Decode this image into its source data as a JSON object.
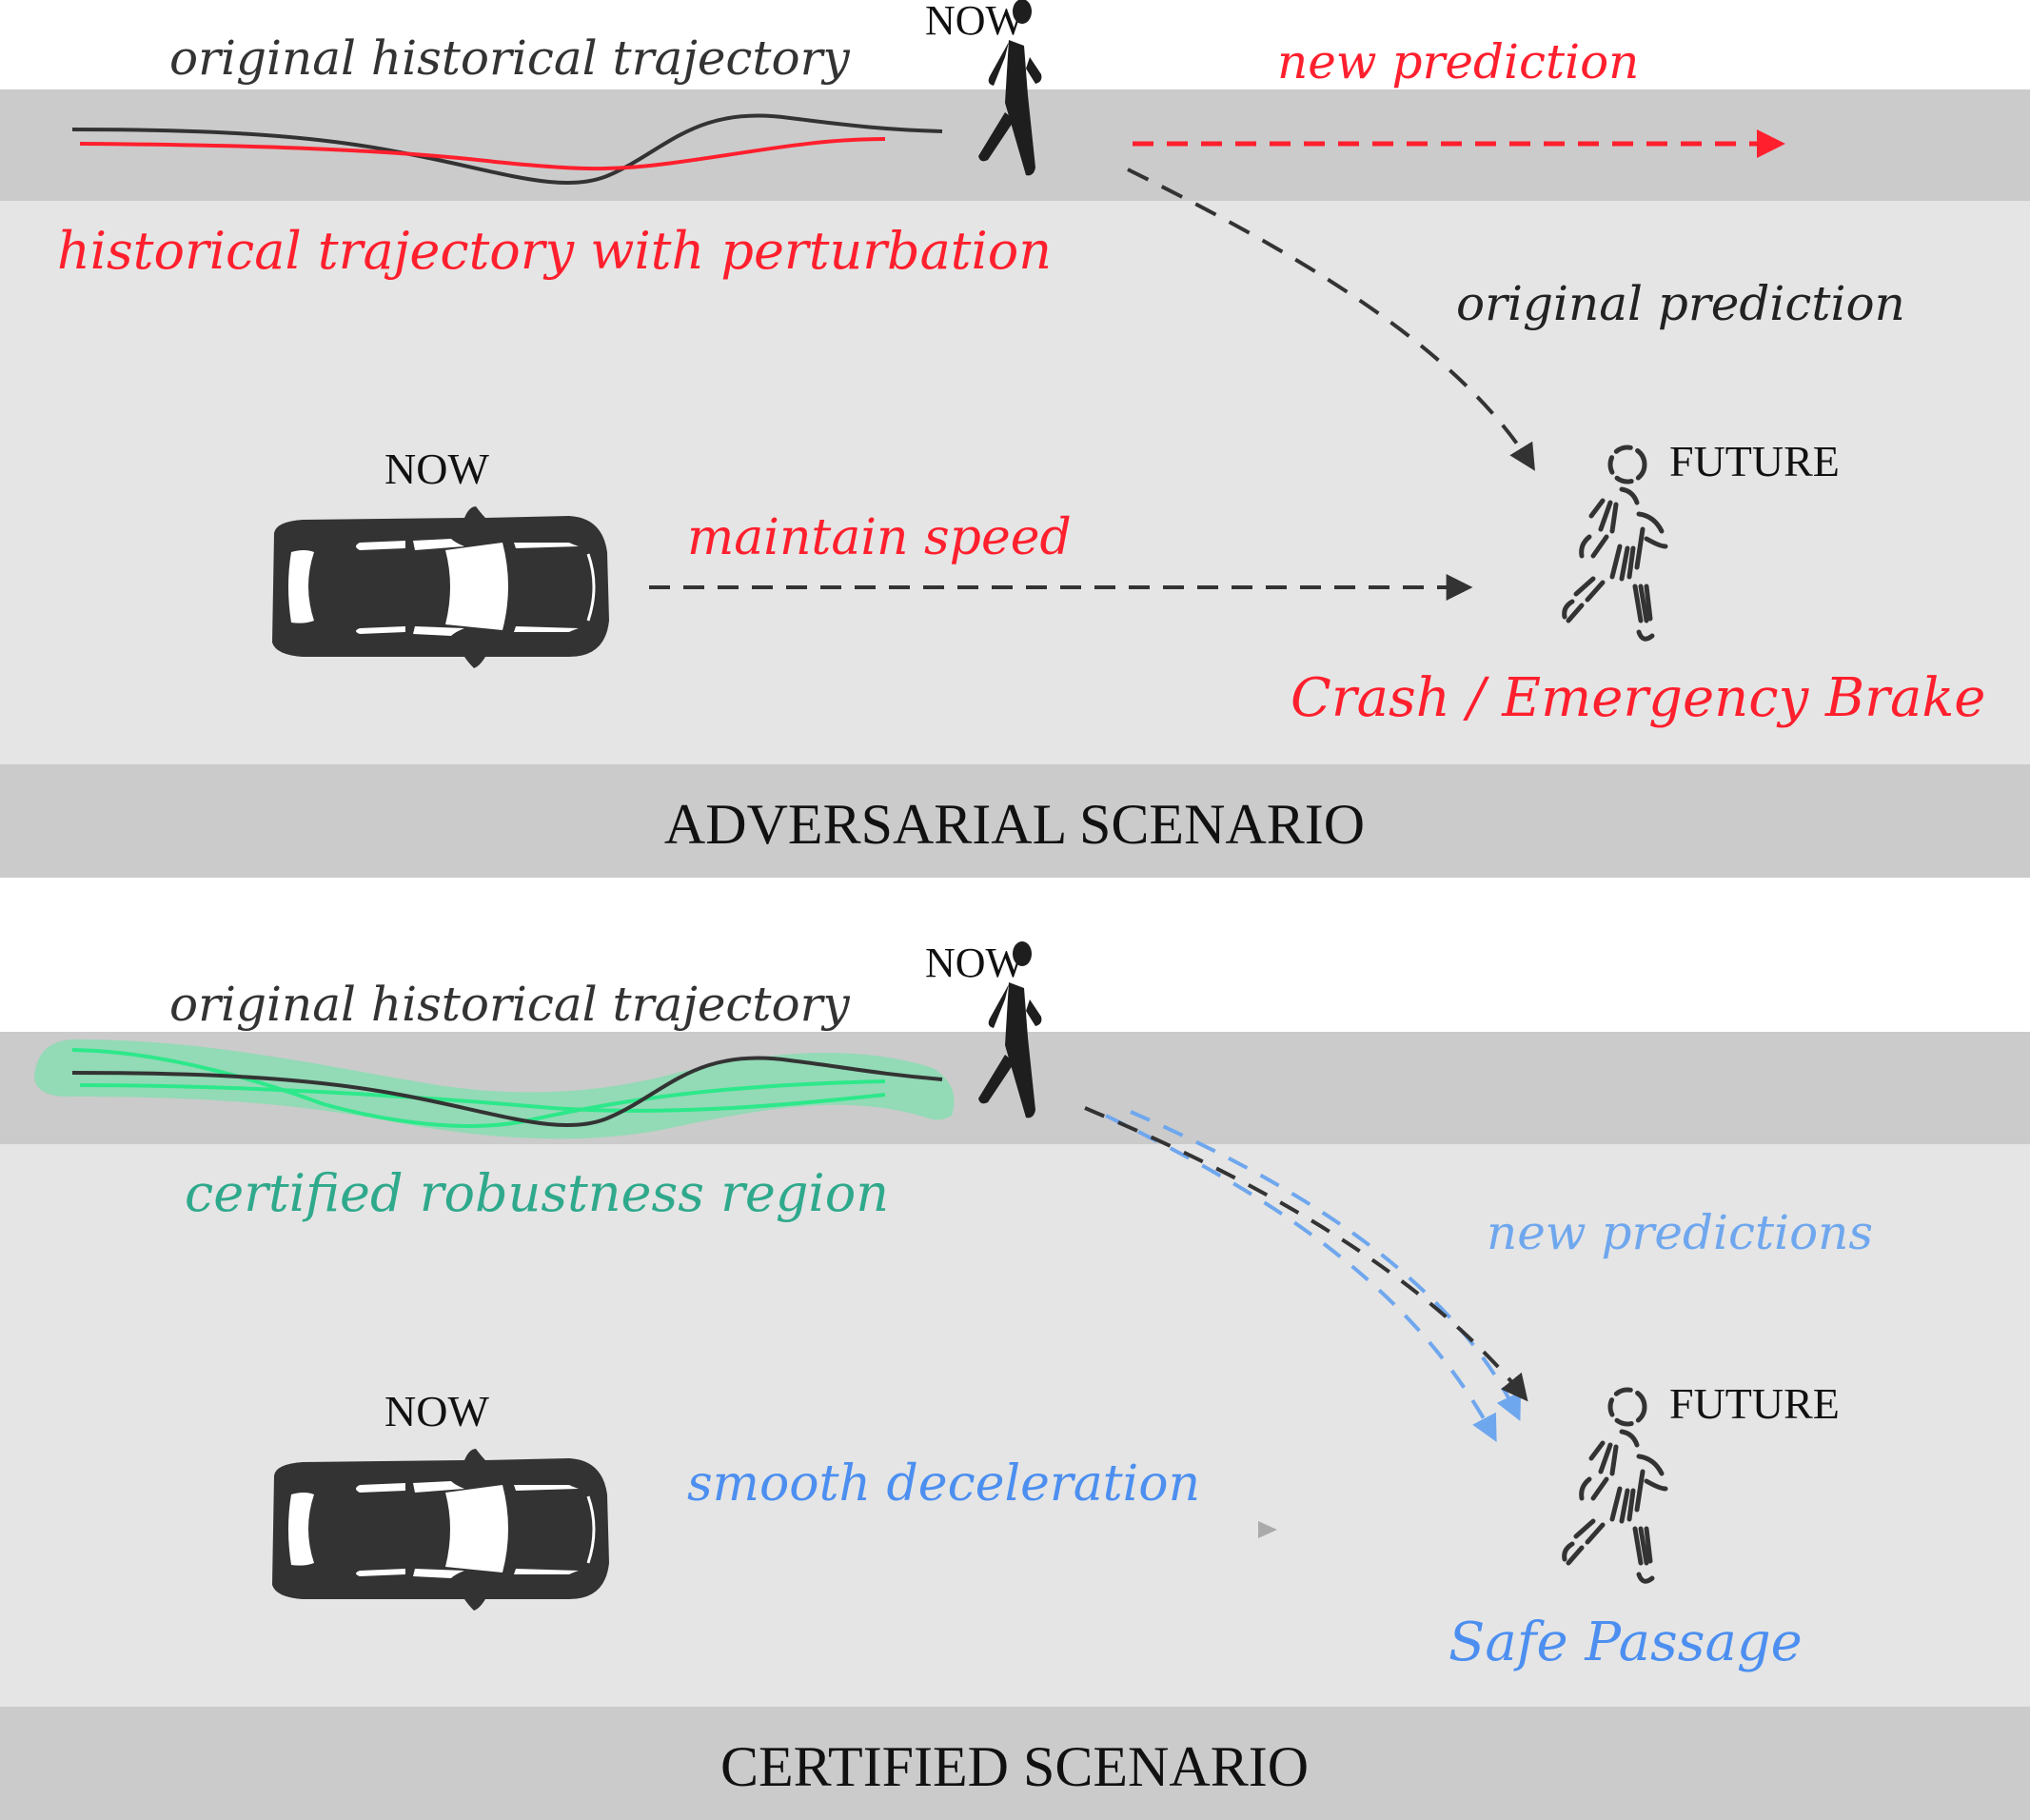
{
  "colors": {
    "road": "#cbcbcb",
    "ground": "#e5e5e5",
    "label_strip": "#cbcbcb",
    "dark": "#333333",
    "red": "#ff1f2d",
    "blue": "#4c8ff0",
    "blue_light": "#6fa7ee",
    "teal_text": "#2fa98c",
    "green_region": "#93dab6",
    "green_line": "#2de88a"
  },
  "adversarial": {
    "original_history_label": "original historical trajectory",
    "perturbed_history_label": "historical trajectory with perturbation",
    "pedestrian_now_label": "NOW",
    "new_prediction_label": "new prediction",
    "original_prediction_label": "original prediction",
    "future_label": "FUTURE",
    "car_now_label": "NOW",
    "car_action_label": "maintain speed",
    "outcome_label": "Crash / Emergency Brake",
    "scenario_title": "ADVERSARIAL SCENARIO"
  },
  "certified": {
    "original_history_label": "original historical trajectory",
    "region_label": "certified robustness region",
    "pedestrian_now_label": "NOW",
    "new_predictions_label": "new predictions",
    "future_label": "FUTURE",
    "car_now_label": "NOW",
    "car_action_label": "smooth deceleration",
    "outcome_label": "Safe Passage",
    "scenario_title": "CERTIFIED SCENARIO"
  }
}
